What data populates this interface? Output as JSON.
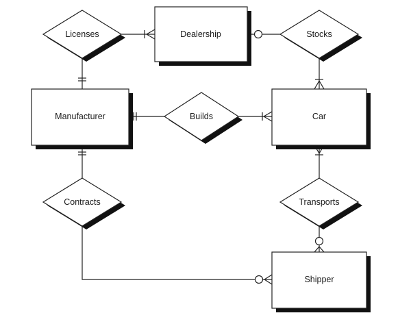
{
  "entities": {
    "dealership": "Dealership",
    "manufacturer": "Manufacturer",
    "car": "Car",
    "shipper": "Shipper"
  },
  "relationships": {
    "licenses": "Licenses",
    "stocks": "Stocks",
    "builds": "Builds",
    "contracts": "Contracts",
    "transports": "Transports"
  }
}
